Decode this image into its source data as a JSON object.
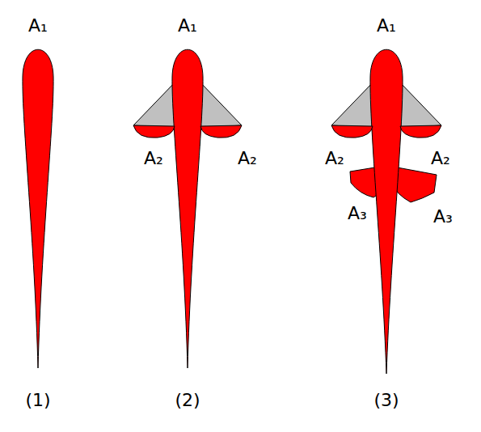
{
  "diagram": {
    "labels": [
      "A₁",
      "A₁",
      "A₁",
      "A₂",
      "A₂",
      "A₂",
      "A₂",
      "A₃",
      "A₃",
      "(1)",
      "(2)",
      "(3)"
    ]
  }
}
